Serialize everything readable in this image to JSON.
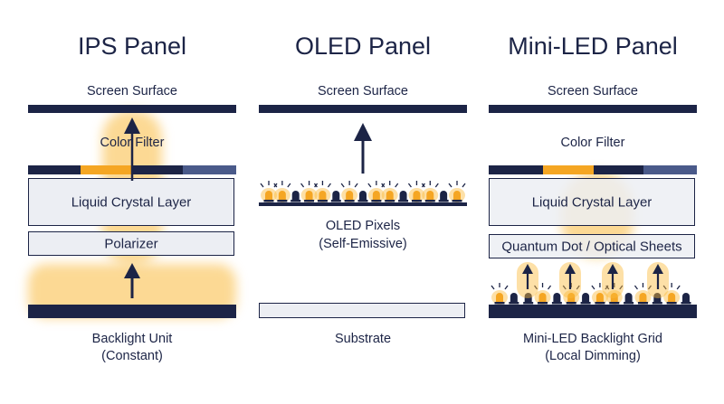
{
  "panels": {
    "ips": {
      "title": "IPS Panel",
      "screen_surface": "Screen Surface",
      "color_filter": "Color Filter",
      "liquid_crystal": "Liquid Crystal Layer",
      "polarizer": "Polarizer",
      "backlight_line1": "Backlight Unit",
      "backlight_line2": "(Constant)"
    },
    "oled": {
      "title": "OLED Panel",
      "screen_surface": "Screen Surface",
      "pixels_line1": "OLED Pixels",
      "pixels_line2": "(Self-Emissive)",
      "substrate": "Substrate"
    },
    "mini": {
      "title": "Mini-LED Panel",
      "screen_surface": "Screen Surface",
      "color_filter": "Color Filter",
      "liquid_crystal": "Liquid Crystal Layer",
      "qd_sheets": "Quantum Dot / Optical Sheets",
      "backlight_line1": "Mini-LED Backlight Grid",
      "backlight_line2": "(Local Dimming)"
    }
  },
  "colors": {
    "navy": "#1c2446",
    "amber": "#f5a623",
    "glow": "#fabb3c",
    "panel_fill": "#eceef3",
    "filter_blue": "#4a5a8a"
  },
  "oled_pixel_states": [
    "on",
    "on",
    "off",
    "on",
    "on",
    "off",
    "on",
    "off",
    "on",
    "on",
    "off",
    "on",
    "on",
    "off",
    "on"
  ],
  "mini_led_states": [
    "on",
    "off",
    "off",
    "on",
    "off",
    "on",
    "off",
    "on",
    "on",
    "off",
    "on",
    "off",
    "on",
    "off"
  ]
}
